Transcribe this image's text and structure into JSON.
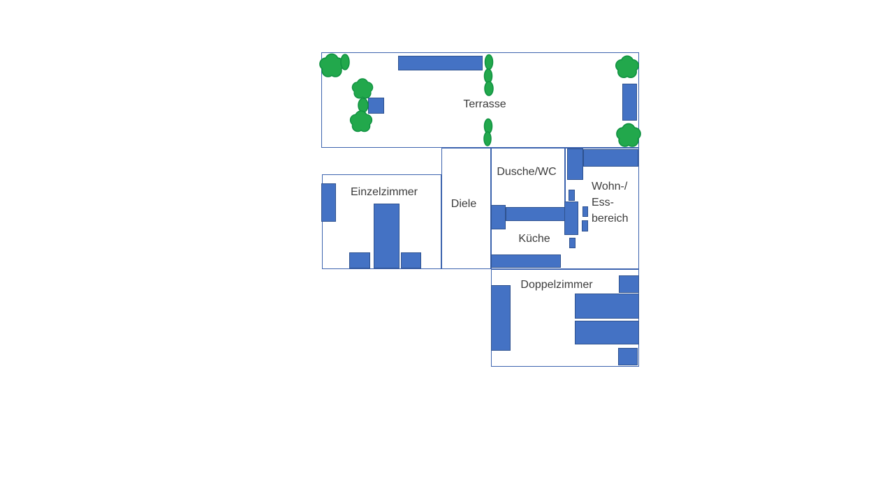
{
  "floor_plan": {
    "labels": {
      "terrasse": "Terrasse",
      "einzelzimmer": "Einzelzimmer",
      "diele": "Diele",
      "dusche_wc": "Dusche/WC",
      "wohn_line1": "Wohn-/",
      "wohn_line2": "Ess-",
      "wohn_line3": "bereich",
      "kueche": "Küche",
      "doppelzimmer": "Doppelzimmer"
    },
    "colors": {
      "wall": "#3c63ae",
      "furniture_fill": "#4472c4",
      "furniture_border": "#2f528f",
      "tree_fill": "#22a84c",
      "tree_border": "#0f9140",
      "label_text": "#3b3b3b",
      "background": "#ffffff"
    }
  }
}
